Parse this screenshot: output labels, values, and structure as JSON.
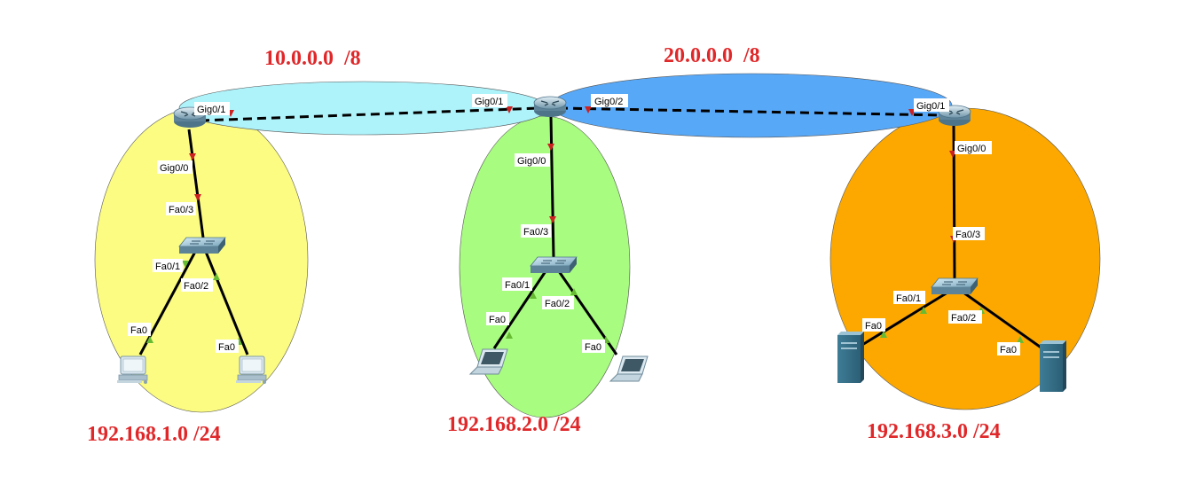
{
  "colors": {
    "area_left": "#fcfc82",
    "area_mid": "#a8fc80",
    "area_right": "#fca800",
    "link_10": "#aef2fa",
    "link_20": "#58a8f8",
    "network_label": "#e0282a",
    "cable": "#000000",
    "port_down": "#cc2222",
    "port_up": "#66bb33"
  },
  "networks": {
    "wan_left": "10.0.0.0  /8",
    "wan_right": "20.0.0.0  /8",
    "lan_1": "192.168.1.0 /24",
    "lan_2": "192.168.2.0 /24",
    "lan_3": "192.168.3.0 /24"
  },
  "ports": {
    "r1_gig01": "Gig0/1",
    "r1_gig00": "Gig0/0",
    "sw1_fa03": "Fa0/3",
    "sw1_fa01": "Fa0/1",
    "sw1_fa02": "Fa0/2",
    "pc1_fa0": "Fa0",
    "pc2_fa0": "Fa0",
    "r2_gig01": "Gig0/1",
    "r2_gig02": "Gig0/2",
    "r2_gig00": "Gig0/0",
    "sw2_fa03": "Fa0/3",
    "sw2_fa01": "Fa0/1",
    "sw2_fa02": "Fa0/2",
    "lap1_fa0": "Fa0",
    "lap2_fa0": "Fa0",
    "r3_gig01": "Gig0/1",
    "r3_gig00": "Gig0/0",
    "sw3_fa03": "Fa0/3",
    "sw3_fa01": "Fa0/1",
    "sw3_fa02": "Fa0/2",
    "srv1_fa0": "Fa0",
    "srv2_fa0": "Fa0"
  },
  "icons": {
    "router": "router-icon",
    "switch": "switch-icon",
    "pc": "pc-icon",
    "laptop": "laptop-icon",
    "server": "server-icon"
  }
}
